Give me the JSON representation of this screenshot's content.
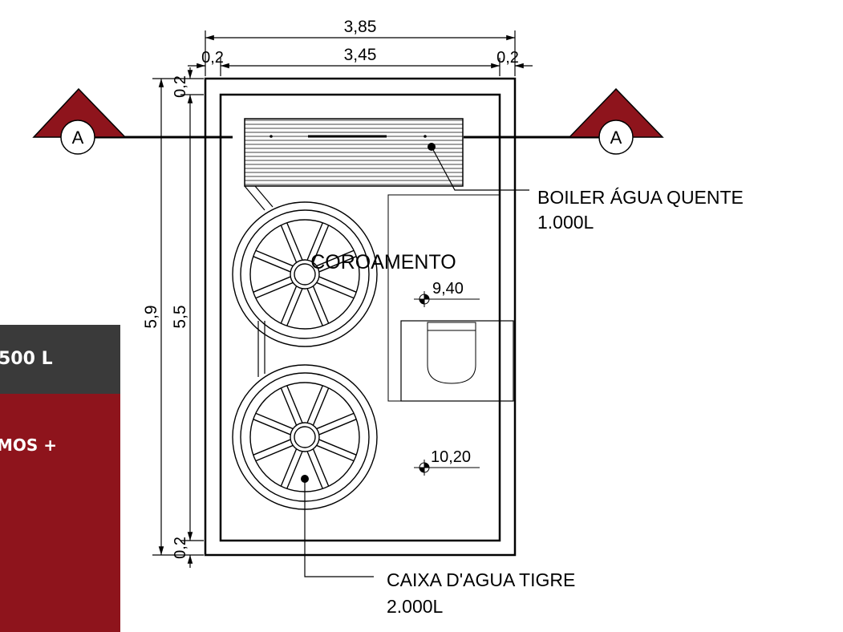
{
  "panels": {
    "top_text": "500 L",
    "bottom_text": "MOS +"
  },
  "dimensions": {
    "overall_width": "3,85",
    "inner_width": "3,45",
    "left_wall": "0,2",
    "right_wall": "0,2",
    "overall_height": "5,9",
    "inner_height": "5,5",
    "top_wall": "0,2",
    "bottom_wall": "0,2"
  },
  "section_markers": {
    "left": "A",
    "right": "A"
  },
  "labels": {
    "room": "COROAMENTO",
    "boiler_line1": "BOILER ÁGUA QUENTE",
    "boiler_line2": "1.000L",
    "tank_line1": "CAIXA D'AGUA TIGRE",
    "tank_line2": "2.000L"
  },
  "levels": {
    "upper": "9,40",
    "lower": "10,20"
  },
  "colors": {
    "marker_red": "#8e141c",
    "panel_dark": "#3a3a3a",
    "panel_red": "#8e141c",
    "line": "#000000"
  }
}
